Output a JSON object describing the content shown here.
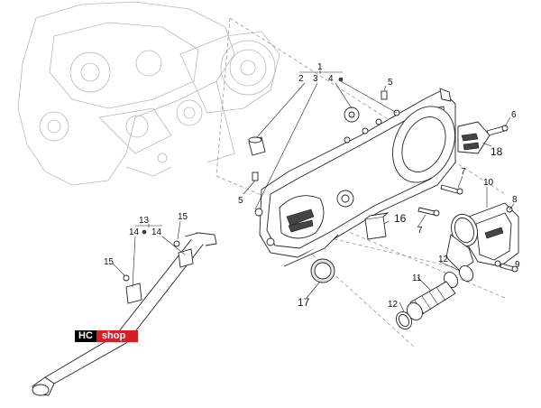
{
  "callouts": {
    "c1": "1",
    "c2": "2",
    "c3": "3",
    "c4": "4",
    "c5a": "5",
    "c5b": "5",
    "c6": "6",
    "c7a": "7",
    "c7b": "7",
    "c8": "8",
    "c9": "9",
    "c10": "10",
    "c11": "11",
    "c12a": "12",
    "c12b": "12",
    "c13": "13",
    "c14a": "14",
    "c14b": "14",
    "c15a": "15",
    "c15b": "15",
    "c16": "16",
    "c17": "17",
    "c18": "18"
  },
  "logo": {
    "hc": "HC",
    "shop": "shop"
  },
  "colors": {
    "logo_bg": "#000000",
    "logo_accent": "#d81e24"
  }
}
